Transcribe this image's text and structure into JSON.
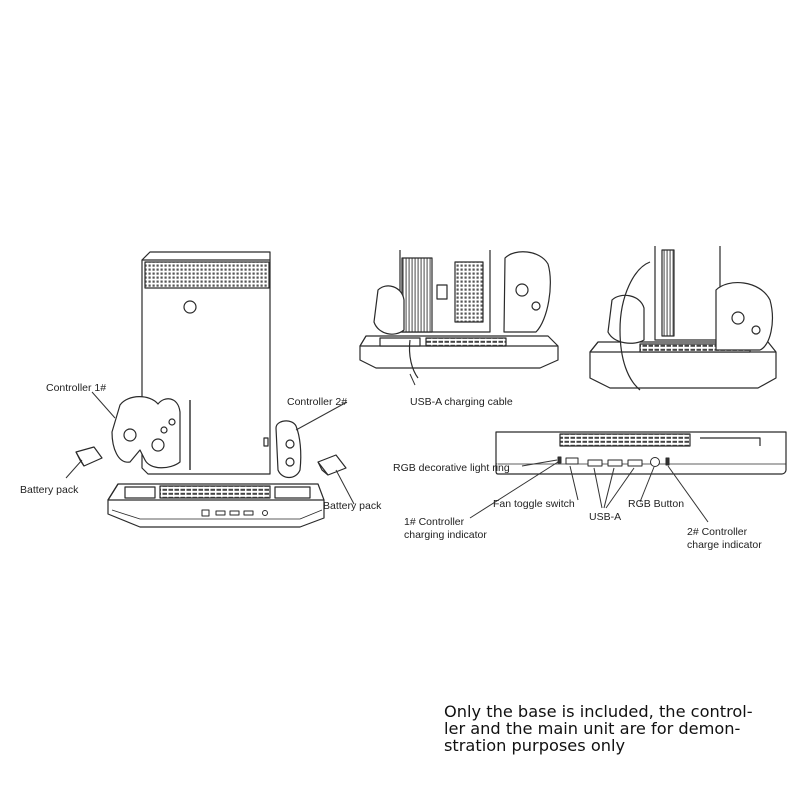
{
  "labels": {
    "controller_1": "Controller 1#",
    "controller_2": "Controller 2#",
    "battery_pack_left": "Battery pack",
    "battery_pack_right": "Battery pack",
    "usb_a_charging_cable": "USB-A charging cable",
    "rgb_light_ring": "RGB decorative light ring",
    "fan_toggle_switch": "Fan toggle switch",
    "controller_1_indicator_line1": "1# Controller",
    "controller_1_indicator_line2": "charging indicator",
    "usb_a": "USB-A",
    "rgb_button": "RGB Button",
    "controller_2_indicator_line1": "2# Controller",
    "controller_2_indicator_line2": "charge indicator"
  },
  "note": {
    "line1": "Only the base is included, the control-",
    "line2": "ler and the main unit are for demon-",
    "line3": "stration purposes only"
  },
  "colors": {
    "line": "#2a2a2a",
    "text": "#222222",
    "background": "#ffffff"
  }
}
